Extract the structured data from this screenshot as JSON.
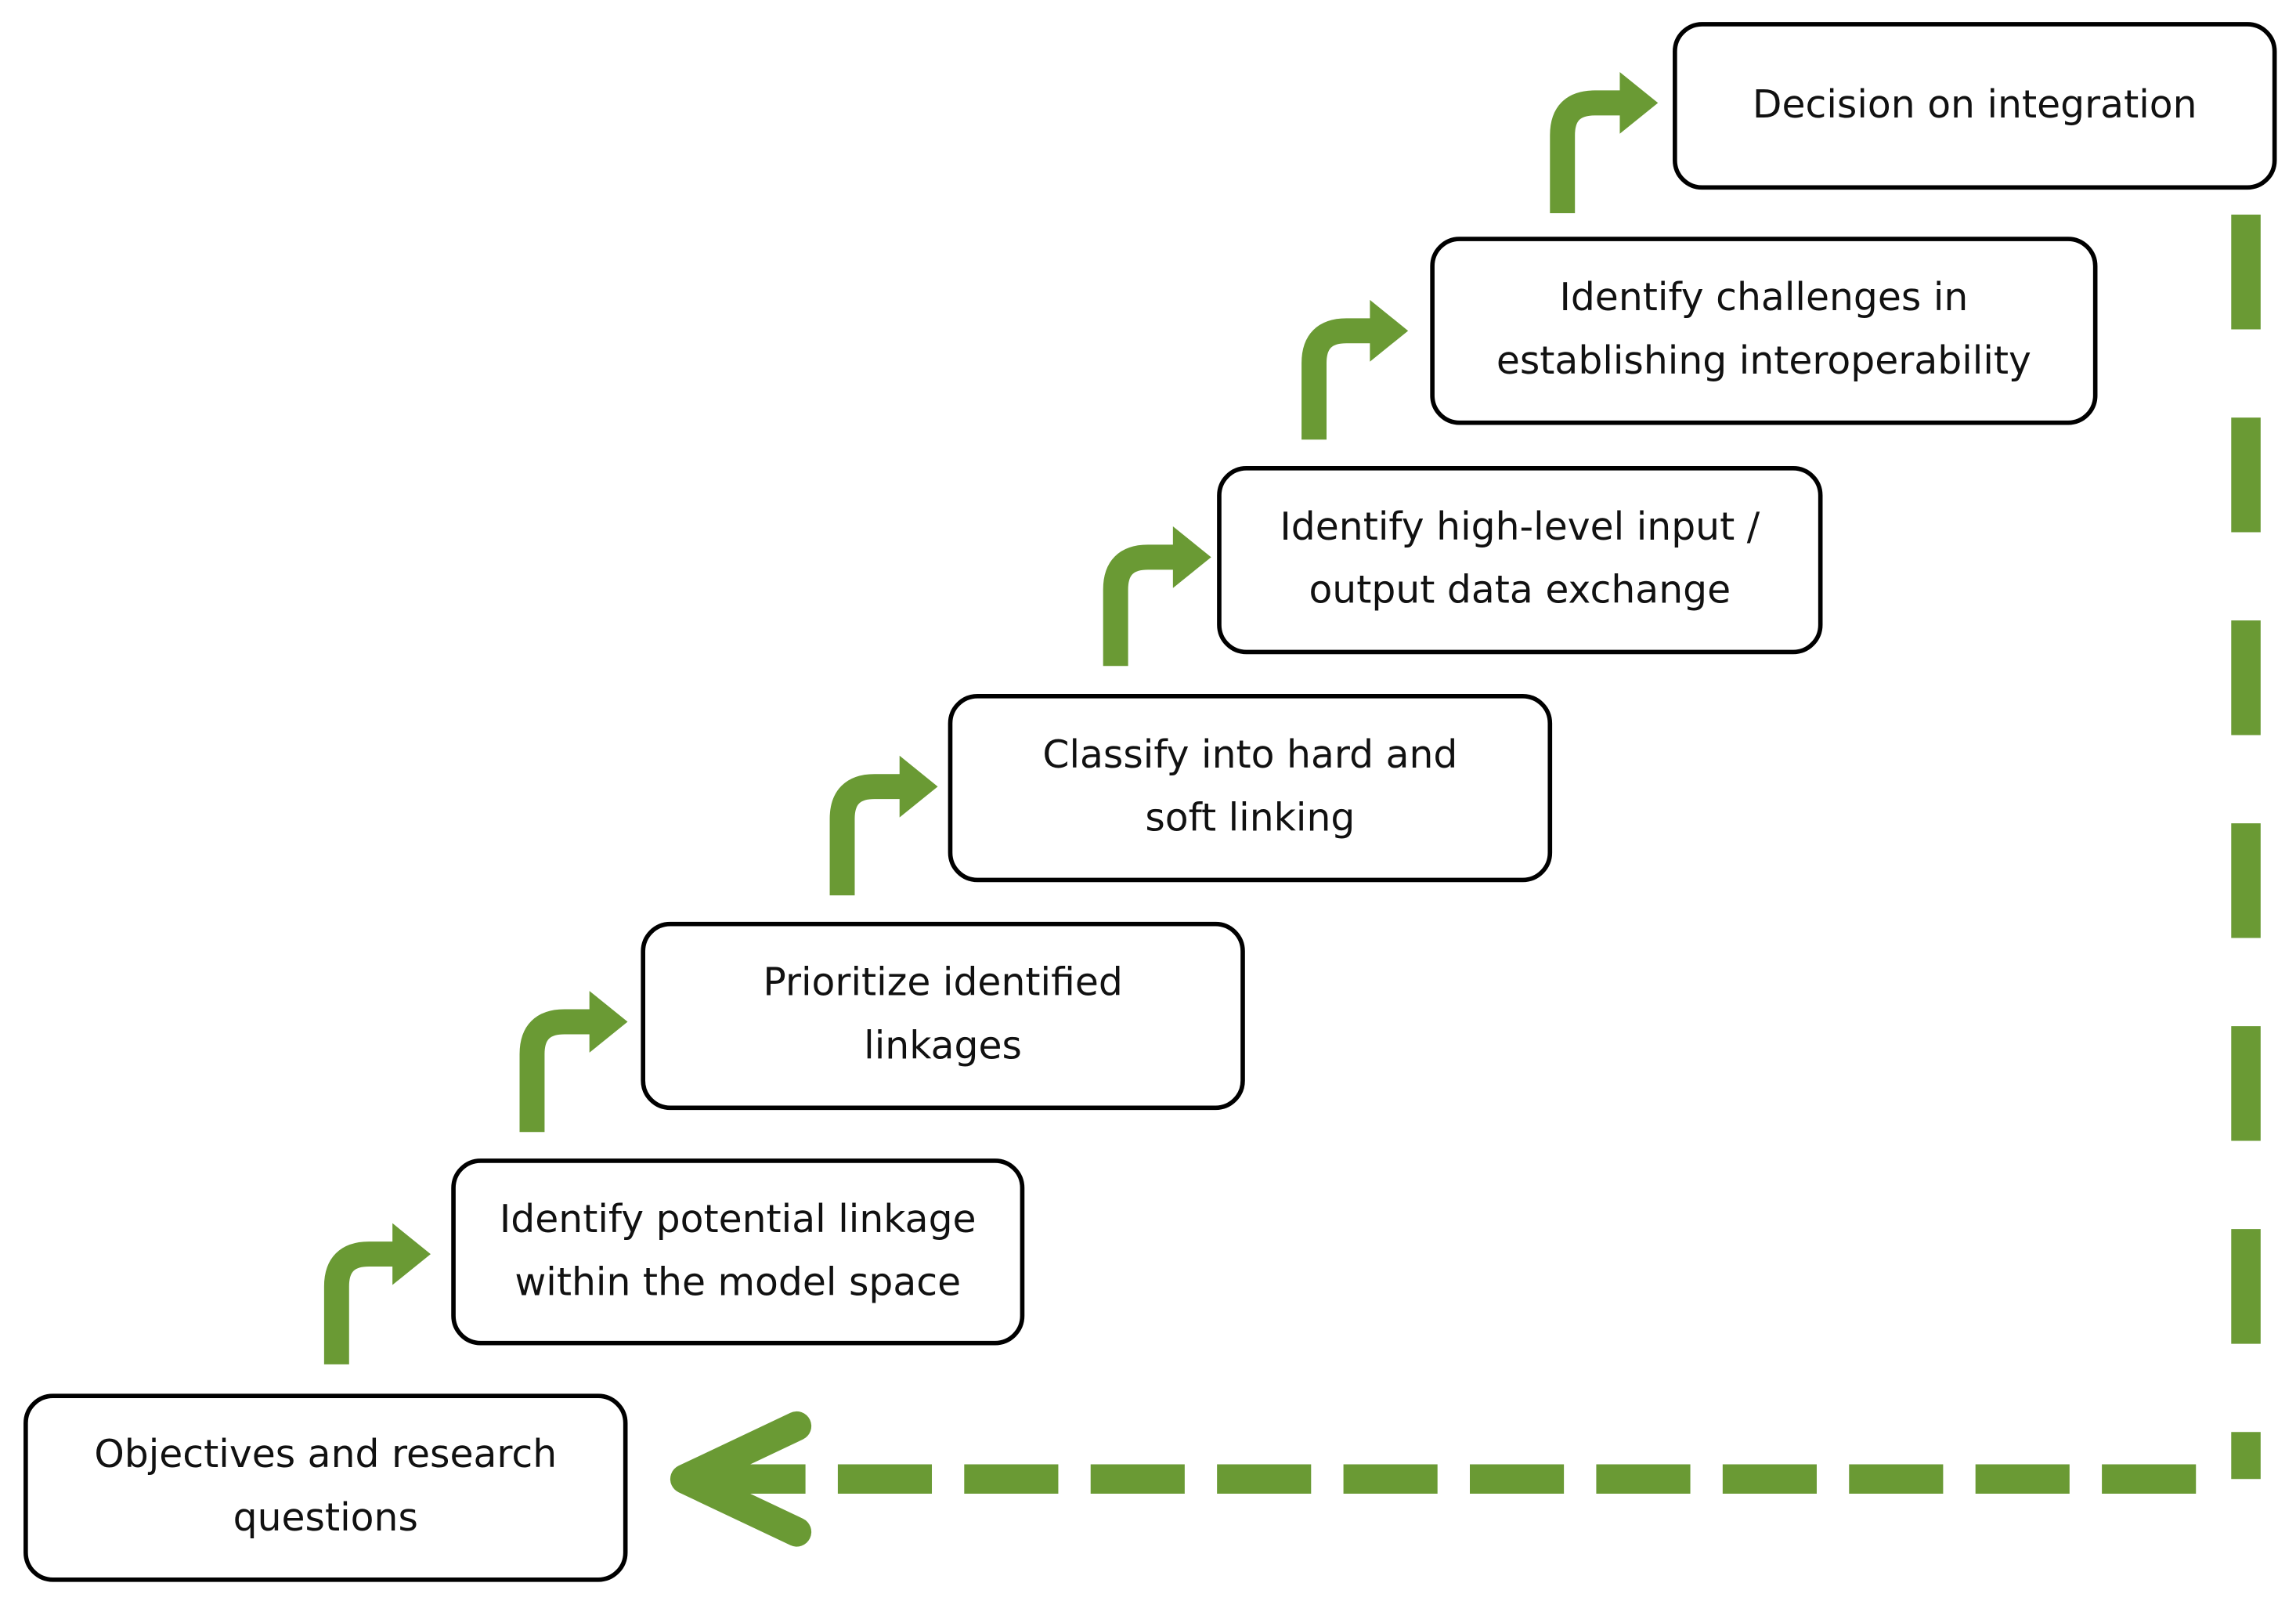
{
  "diagram": {
    "steps": [
      {
        "id": "step-1",
        "label": "Objectives and research questions"
      },
      {
        "id": "step-2",
        "label": "Identify potential linkage within the model space"
      },
      {
        "id": "step-3",
        "label": "Prioritize identified linkages"
      },
      {
        "id": "step-4",
        "label": "Classify into hard and soft linking"
      },
      {
        "id": "step-5",
        "label": "Identify high-level input / output data exchange"
      },
      {
        "id": "step-6",
        "label": "Identify challenges in establishing interoperability"
      },
      {
        "id": "step-7",
        "label": "Decision on integration"
      }
    ],
    "colors": {
      "arrow_green": "#6a9a34",
      "box_border": "#000000",
      "text": "#111111"
    }
  }
}
